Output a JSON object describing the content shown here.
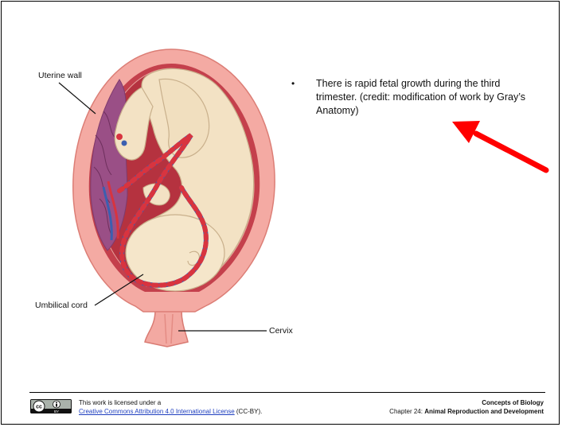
{
  "slide": {
    "bullet": "There is rapid fetal growth during the third trimester. (credit: modification of work by Gray’s Anatomy)",
    "bullet_marker": "•"
  },
  "figure": {
    "labels": {
      "uterine_wall": "Uterine wall",
      "umbilical_cord": "Umbilical cord",
      "cervix": "Cervix"
    }
  },
  "annotation": {
    "arrow_color": "#ff0000"
  },
  "footer": {
    "license_line1": "This work is licensed under a",
    "license_link": "Creative Commons Attribution 4.0 International License",
    "license_suffix": " (CC-BY).",
    "book_title": "Concepts of Biology",
    "chapter_prefix": "Chapter 24: ",
    "chapter_title": "Animal Reproduction and Development",
    "cc_badge": {
      "cc": "cc",
      "by": "BY"
    }
  }
}
